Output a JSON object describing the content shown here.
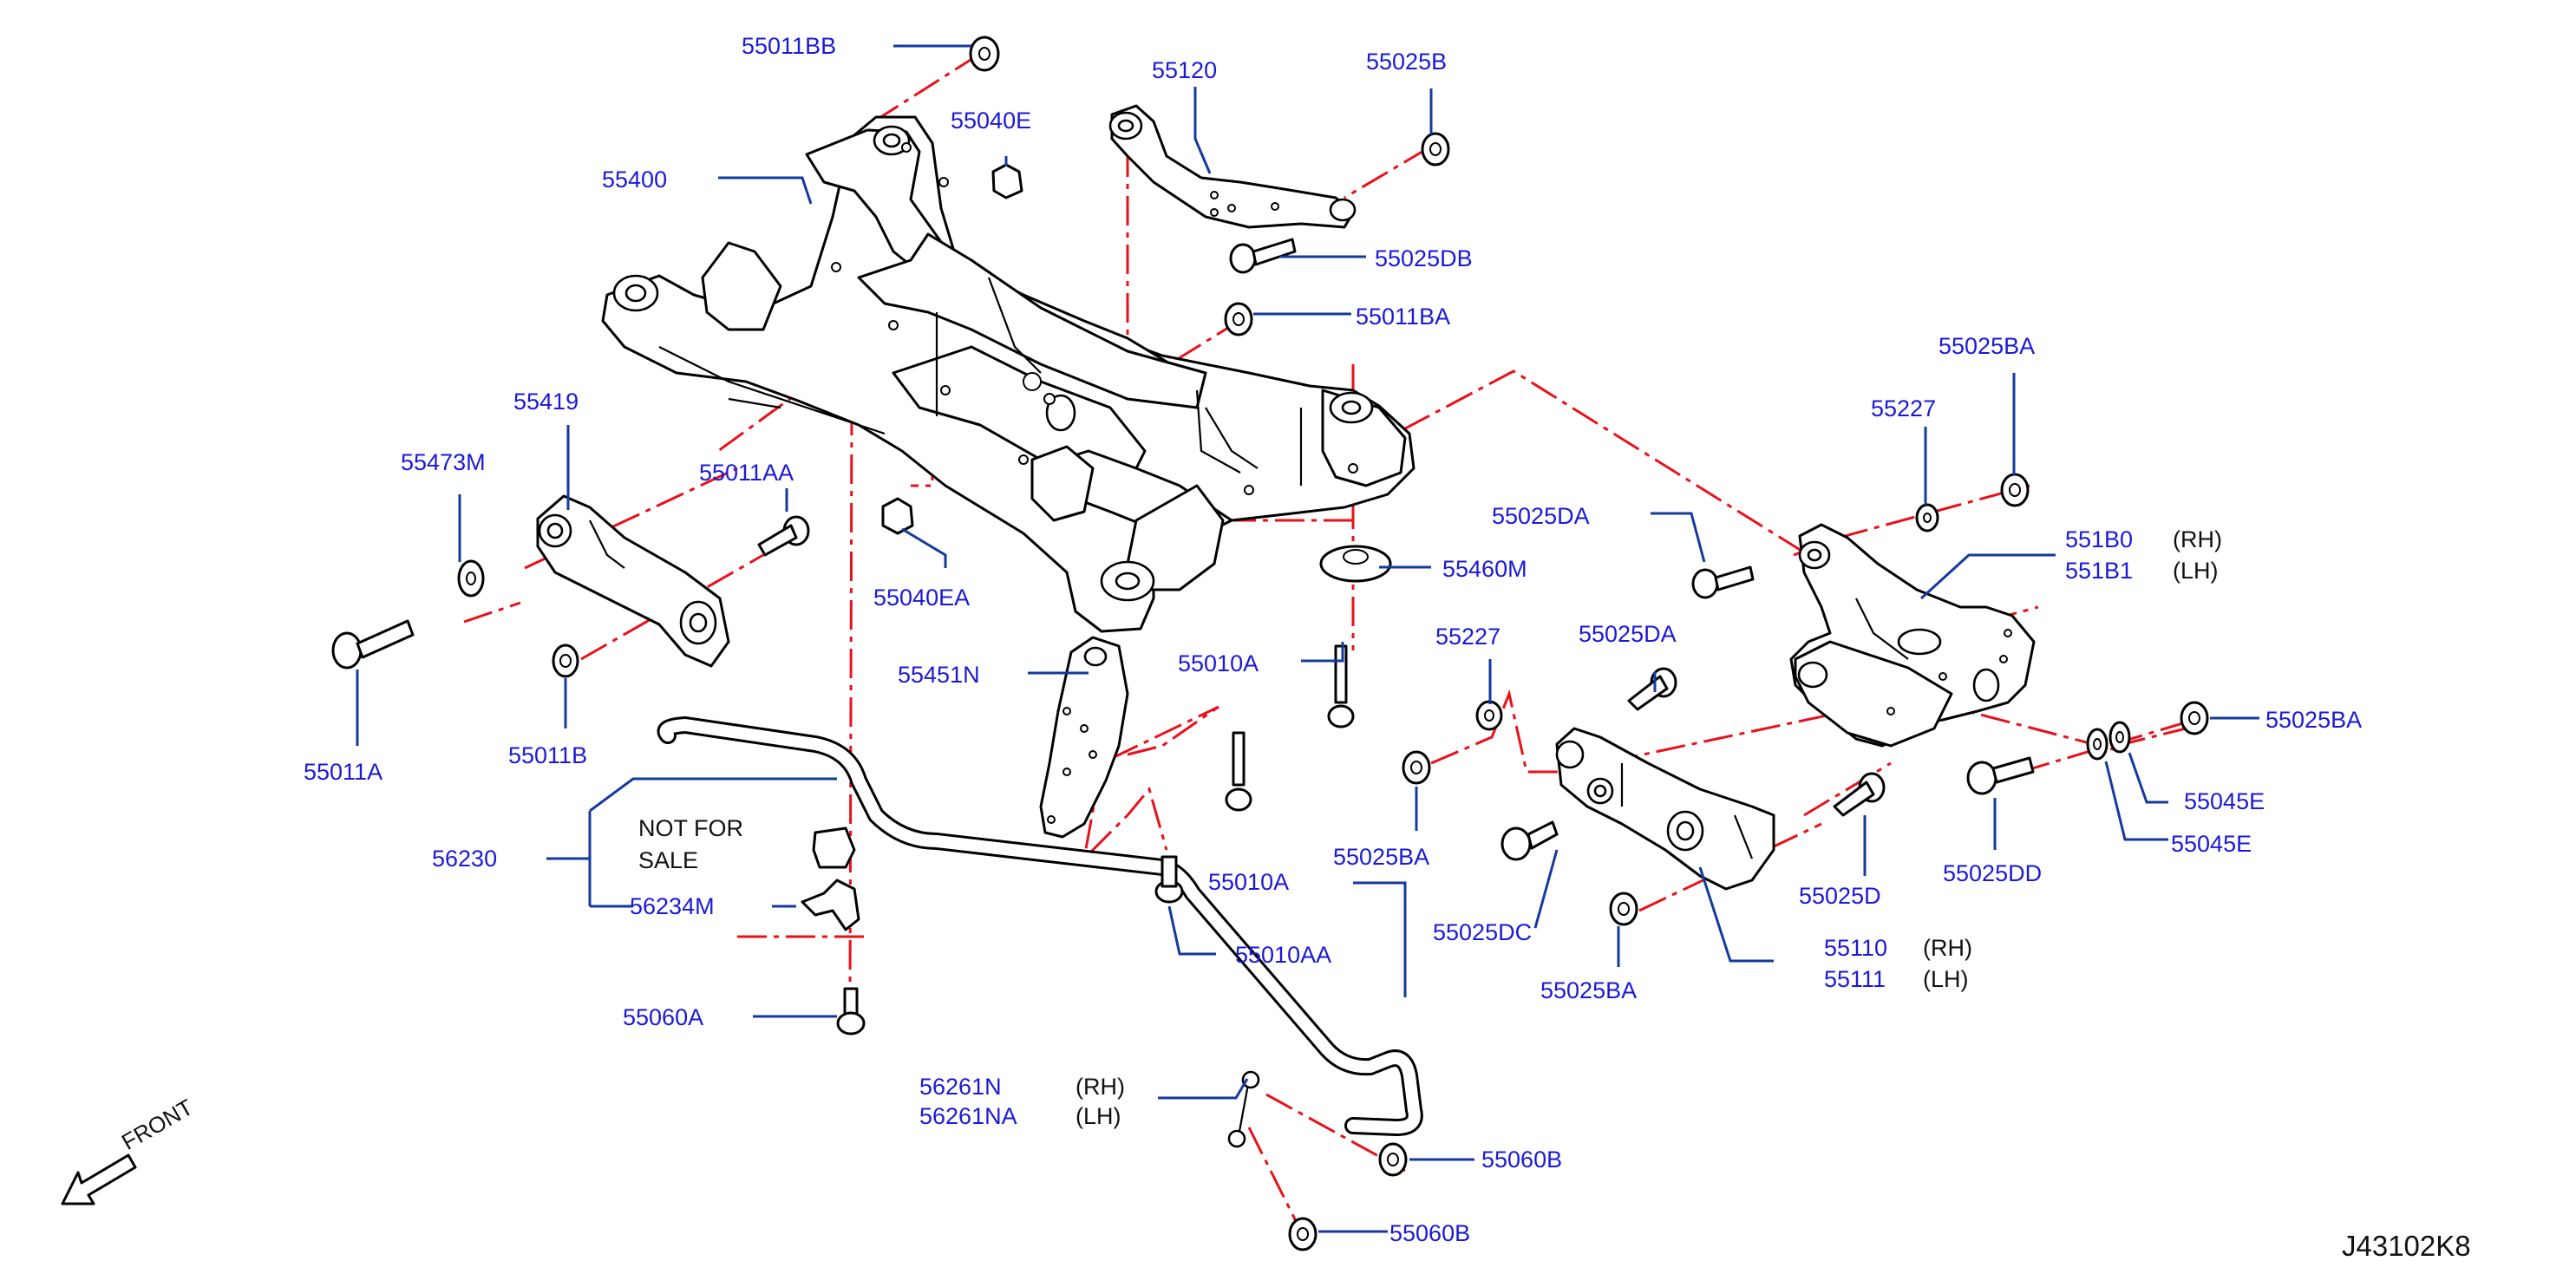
{
  "diagram": {
    "colors": {
      "label": "#1a1ad6",
      "leader": "#153a9e",
      "centerline": "#e8111a",
      "outline": "#000000"
    },
    "icons": {
      "front_arrow": "front-arrow-icon"
    },
    "front_label": "FRONT",
    "drawing_code": "J43102K8",
    "callouts": {
      "p55011BB": "55011BB",
      "p55040E": "55040E",
      "p55120": "55120",
      "p55025B": "55025B",
      "p55400": "55400",
      "p55025DB": "55025DB",
      "p55011BA": "55011BA",
      "p55025BA_1": "55025BA",
      "p55227_1": "55227",
      "p55419": "55419",
      "p55473M": "55473M",
      "p55011AA": "55011AA",
      "p55040EA": "55040EA",
      "p55025DA_1": "55025DA",
      "p551B0": "551B0",
      "p551B1": "551B1",
      "p55460M": "55460M",
      "p55451N": "55451N",
      "p55010A_1": "55010A",
      "p55227_2": "55227",
      "p55025DA_2": "55025DA",
      "p55025BA_2": "55025BA",
      "p55011A": "55011A",
      "p55011B": "55011B",
      "p55045E_1": "55045E",
      "p55025BA_3": "55025BA",
      "p55045E_2": "55045E",
      "p55025DD": "55025DD",
      "p56230": "56230",
      "not_for": "NOT   FOR",
      "sale": "SALE",
      "p56234M": "56234M",
      "p55010A_2": "55010A",
      "p55025D": "55025D",
      "p55025DC": "55025DC",
      "p55010AA": "55010AA",
      "p55110": "55110",
      "p55111": "55111",
      "p55025BA_4": "55025BA",
      "p55060A": "55060A",
      "p56261N": "56261N",
      "p56261NA": "56261NA",
      "p55060B_1": "55060B",
      "p55060B_2": "55060B"
    },
    "sides": {
      "rh_1": "(RH)",
      "lh_1": "(LH)",
      "rh_2": "(RH)",
      "lh_2": "(LH)",
      "rh_3": "(RH)",
      "lh_3": "(LH)"
    }
  }
}
